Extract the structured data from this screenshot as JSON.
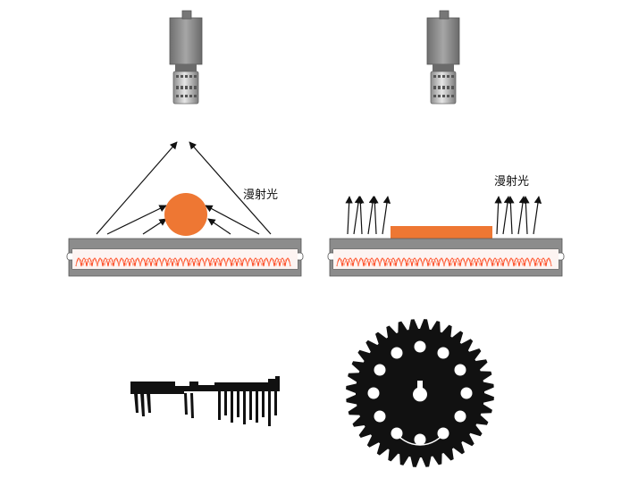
{
  "left_panel": {
    "label": "漫射光",
    "object": "circle",
    "object_color": "#ee7733"
  },
  "right_panel": {
    "label": "漫射光",
    "object": "flat-plate",
    "object_color": "#ee7733"
  },
  "colors": {
    "camera_body": "#8a8a8a",
    "light_housing": "#8c8c8c",
    "light_waves": "#ff3300",
    "silhouette": "#111111",
    "arrow": "#111111"
  },
  "icons": [
    "camera-icon",
    "backlight-panel-icon",
    "comb-part-silhouette",
    "gear-silhouette"
  ]
}
